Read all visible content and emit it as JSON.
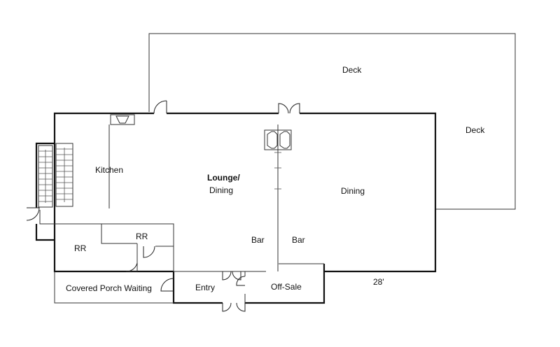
{
  "floorplan": {
    "rooms": {
      "deck_top": "Deck",
      "deck_right": "Deck",
      "kitchen": "Kitchen",
      "lounge_line1": "Lounge/",
      "lounge_line2": "Dining",
      "dining": "Dining",
      "bar_left": "Bar",
      "bar_right": "Bar",
      "rr_upper": "RR",
      "rr_lower": "RR",
      "entry": "Entry",
      "off_sale": "Off-Sale",
      "covered_porch": "Covered Porch Waiting"
    },
    "dimension": "28'"
  }
}
